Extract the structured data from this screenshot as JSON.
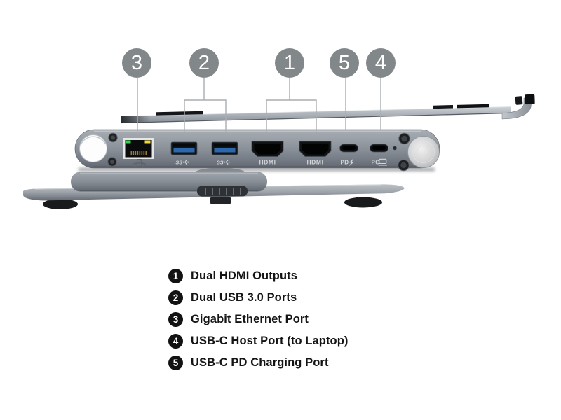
{
  "page": {
    "background": "#ffffff"
  },
  "callouts": [
    {
      "number": "3"
    },
    {
      "number": "2"
    },
    {
      "number": "1"
    },
    {
      "number": "5"
    },
    {
      "number": "4"
    }
  ],
  "dock": {
    "port_labels": {
      "usb_a_1": "SS",
      "usb_a_2": "SS",
      "hdmi_1": "HDMI",
      "hdmi_2": "HDMI",
      "usb_c_pd": "PD",
      "usb_c_host": "PC"
    }
  },
  "legend": {
    "items": [
      {
        "number": "1",
        "label": "Dual HDMI Outputs"
      },
      {
        "number": "2",
        "label": "Dual USB 3.0 Ports"
      },
      {
        "number": "3",
        "label": "Gigabit Ethernet Port"
      },
      {
        "number": "4",
        "label": "USB-C Host Port (to Laptop)"
      },
      {
        "number": "5",
        "label": "USB-C PD Charging Port"
      }
    ]
  },
  "colors": {
    "callout_circle": "#82878a",
    "leader_line": "#a9aeb2",
    "legend_bullet": "#121212",
    "usb_tongue_blue": "#2d68ac",
    "ethernet_led_green": "#35d44a",
    "ethernet_led_amber": "#ecd83c",
    "metal_mid": "#8e949c",
    "disc_silver": "#d2d3d5"
  }
}
